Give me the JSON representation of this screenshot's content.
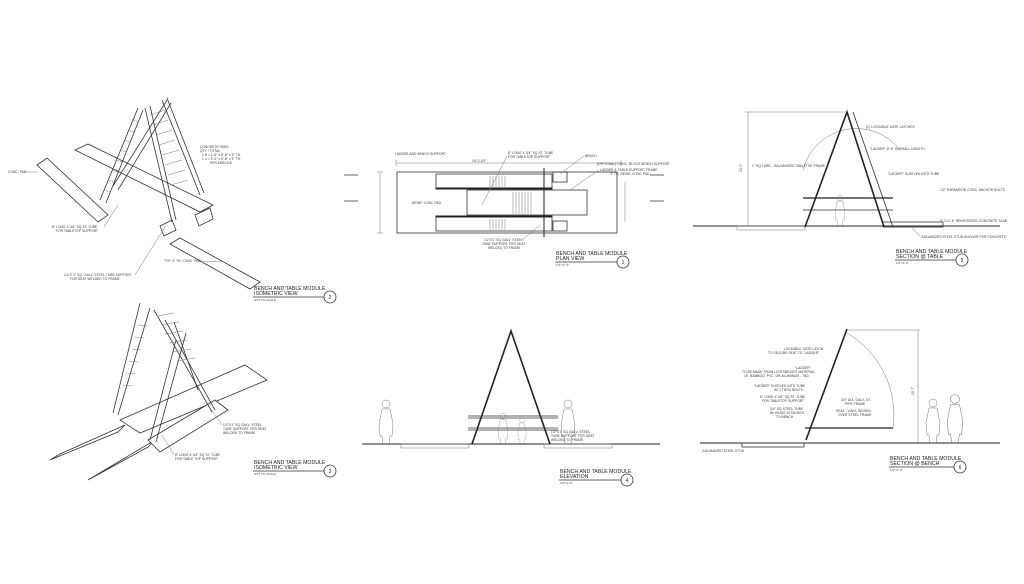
{
  "sheet": {
    "views": [
      {
        "id": "plan",
        "title": "BENCH AND TABLE MODULE",
        "subtitle": "PLAN VIEW",
        "scale": "1/2\"=1'-0\"",
        "number": "1"
      },
      {
        "id": "iso-1",
        "title": "BENCH AND TABLE MODULE",
        "subtitle": "ISOMETRIC VIEW",
        "scale": "NOT TO SCALE",
        "number": "2"
      },
      {
        "id": "iso-2",
        "title": "BENCH AND TABLE MODULE",
        "subtitle": "ISOMETRIC VIEW",
        "scale": "NOT TO SCALE",
        "number": "3"
      },
      {
        "id": "elevation",
        "title": "BENCH AND TABLE MODULE",
        "subtitle": "ELEVATION",
        "scale": "1/2\"=1'-0\"",
        "number": "4"
      },
      {
        "id": "section-table",
        "title": "BENCH AND TABLE MODULE",
        "subtitle": "SECTION @ TABLE",
        "scale": "1/2\"=1'-0\"",
        "number": "5"
      },
      {
        "id": "section-bench",
        "title": "BENCH AND TABLE MODULE",
        "subtitle": "SECTION @ BENCH",
        "scale": "1/2\"=1'-0\"",
        "number": "6"
      }
    ],
    "notes": {
      "iso1_pads_title": "CONCRETE PADS",
      "iso1_pads_qty": "QTY / TOTAL",
      "iso1_pads_a": "2   8   = 1'-6\" x 5'-8\" x 3\" TH.",
      "iso1_pads_b": "1   4   = 3'-0\" x 5'-8\" x 3\" TH.",
      "iso1_pads_per": "PER MODULE",
      "iso1_conc_pad": "CONC. PAD",
      "iso1_tube_a": "8\" LONG X 3/4\" SQ ST. TUBE",
      "iso1_tube_b": "FOR TABLETOP SUPPORT",
      "iso1_seat_a": "1/2\"X 1\" SQ. GALV. STEEL TUBE SUPPORT",
      "iso1_seat_b": "FOR SEAT WELDED TO FRAME",
      "iso1_typ_pad": "TYP. 3\" TH. CONC. PAD",
      "iso2_seat_a": "1/2\"X1\" SQ GALV. STEEL",
      "iso2_seat_b": "TUBE SUPPORT FOR SEAT",
      "iso2_seat_c": "WELDED TO FRAME",
      "iso2_tube_a": "8\" LONG X 3/4\" SQ ST. TUBE",
      "iso2_tube_b": "FOR TABLE TOP SUPPORT",
      "plan_ladder": "LADDER AND BENCH SUPPORT",
      "plan_tube_a": "8\" LONG X 3/4\" SQ ST. TUBE",
      "plan_tube_b": "FOR TABLETOP SUPPORT",
      "plan_bench": "BENCH",
      "plan_block": "(OPTIONAL) CONC. BLOCK BENCH SUPPORT",
      "plan_frame": "LADDER & TABLE SUPPORT FRAME",
      "plan_pad": "3\" TH. REINF. CONC PAD",
      "plan_reinf": "REINF. CONC PAD",
      "plan_seat_a": "1/2\"X1\" SQ GALV. STEEL",
      "plan_seat_b": "TUBE SUPPORT FOR SEAT",
      "plan_seat_c": "WELDED TO FRAME",
      "plan_dim_total": "16'-0 1/2\"",
      "elev_seat_a": "1/2\"X1\" SQ GALV. STEEL",
      "elev_seat_b": "TUBE SUPPORT FOR SEAT",
      "elev_seat_c": "WELDED TO FRAME",
      "sec5_latch": "(2) LOCKABLE GATE LATCHES",
      "sec5_ladder": "\"LADDER\" 8'-6\" OVERALL LENGTH",
      "sec5_tube": "1\" SQ TUBE - GALVANIZED TABLETOP FRAME",
      "sec5_sleeve": "\"LADDER\" SLEEVED INTO TUBE",
      "sec5_anchor": "1/2\" EXPANSION CONC. ANCHOR BOLTS",
      "sec5_slab": "3\" CLC 6\" REINFORCED CONCRETE SLAB",
      "sec5_stud": "GALVANIZED STEEL STUD ANCHOR FOR CONCRETE",
      "sec5_height": "10'-7\"",
      "sec6_latch_a": "LOCKABLE GATE LATCH",
      "sec6_latch_b": "TO SECURE SEAT TO \"LADDER\"",
      "sec6_ladder_a": "\"LADDER\"",
      "sec6_ladder_b": "TO BE MADE FROM LIGHTWEIGHT MATERIAL",
      "sec6_ladder_c": "I.E. BAMBOO, PVC, OR ALUMINUM - TBD",
      "sec6_sleeve_a": "\"LADDER\" SLEEVED INTO TUBE",
      "sec6_sleeve_b": "W/ 2 THRU BOLTS",
      "sec6_tube_a": "8\" LONG X 3/4\" SQ ST. TUBE",
      "sec6_tube_b": "FOR TABLETOP SUPPORT",
      "sec6_pipe_a": "3/4\" DIA. GALV. ST.",
      "sec6_pipe_b": "PIPE FRAME",
      "sec6_seat_a": "SEAT - VINYL WOVEN",
      "sec6_seat_b": "OVER STEEL FRAME",
      "sec6_sq_a": "3/4\" SQ STEEL TUBE",
      "sec6_sq_b": "W/ HINGE ATTACHED",
      "sec6_sq_c": "TO BENCH",
      "sec6_stud": "GALVANIZED STEEL STUD",
      "sec6_height": "10'-7\""
    }
  }
}
